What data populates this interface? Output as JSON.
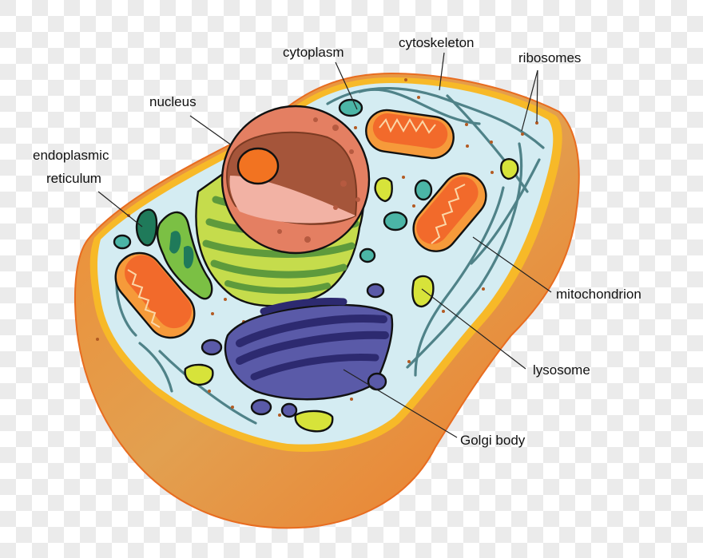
{
  "diagram": {
    "type": "animal-cell",
    "labels": {
      "cytoplasm": "cytoplasm",
      "cytoskeleton": "cytoskeleton",
      "ribosomes": "ribosomes",
      "nucleus": "nucleus",
      "endoplasmic_reticulum_line1": "endoplasmic",
      "endoplasmic_reticulum_line2": "reticulum",
      "mitochondrion": "mitochondrion",
      "lysosome": "lysosome",
      "golgi_body": "Golgi body"
    },
    "colors": {
      "membrane_outer": "#e9893a",
      "membrane_rim": "#f7b928",
      "cytoplasm": "#d4ecf2",
      "nucleus": "#e47f62",
      "nucleolus": "#f27321",
      "er": "#5e9a3c",
      "rough_er": "#c5dc4c",
      "mitochondrion": "#f26a2b",
      "golgi": "#5a5aa8",
      "lysosome": "#d7e33a",
      "vesicle": "#4bb5a6",
      "cytoskeleton": "#4f8288"
    }
  }
}
